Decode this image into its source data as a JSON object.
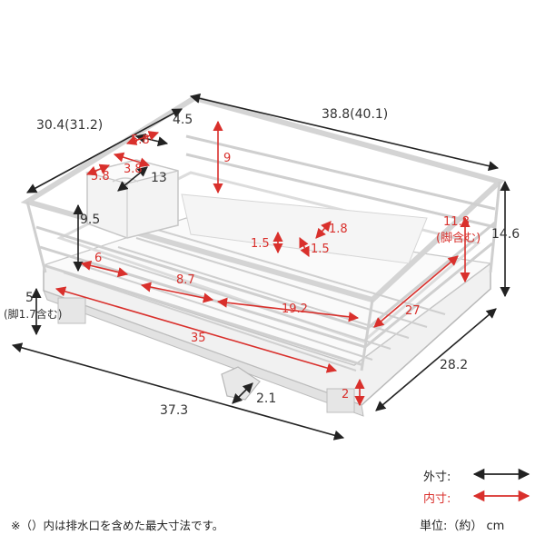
{
  "dimensions": {
    "outer": {
      "depth_top": "30.4(31.2)",
      "width_top": "38.8(40.1)",
      "offset_45": "4.5",
      "height_right": "14.6",
      "tray_depth": "28.2",
      "tray_width": "37.3",
      "spout": "2.1",
      "leg_height": "5",
      "leg_note": "(脚1.7含む)",
      "holder_depth": "13",
      "holder_height": "9.5"
    },
    "inner": {
      "cup_top": "5.8",
      "cup_left": "5.8",
      "cup_mid": "3.8",
      "height_9": "9",
      "right_height": "11.8",
      "right_height_note": "(脚含む)",
      "slot_18": "1.8",
      "slot_15a": "1.5",
      "slot_15b": "1.5",
      "rack_6": "6",
      "rack_87": "8.7",
      "rack_192": "19.2",
      "rack_27": "27",
      "rack_35": "35",
      "tray_2": "2"
    }
  },
  "legend": {
    "outer_label": "外寸:",
    "inner_label": "内寸:",
    "outer_color": "#222222",
    "inner_color": "#d9302c"
  },
  "footnote": "※（）内は排水口を含めた最大寸法です。",
  "unit": "単位:（約） cm"
}
